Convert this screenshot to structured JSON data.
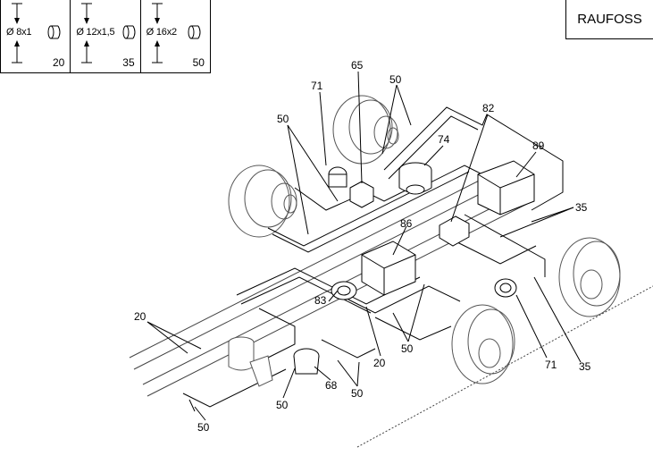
{
  "brand": "RAUFOSS",
  "legend": [
    {
      "spec": "Ø 8x1",
      "code": "20"
    },
    {
      "spec": "Ø 12x1,5",
      "code": "35"
    },
    {
      "spec": "Ø 16x2",
      "code": "50"
    }
  ],
  "callouts": {
    "c71a": "71",
    "c65": "65",
    "c50a": "50",
    "c50b": "50",
    "c82": "82",
    "c74": "74",
    "c89": "89",
    "c35a": "35",
    "c86": "86",
    "c83": "83",
    "c20a": "20",
    "c20b": "20",
    "c50c": "50",
    "c68": "68",
    "c50d": "50",
    "c50e": "50",
    "c50f": "50",
    "c71b": "71",
    "c35b": "35"
  }
}
